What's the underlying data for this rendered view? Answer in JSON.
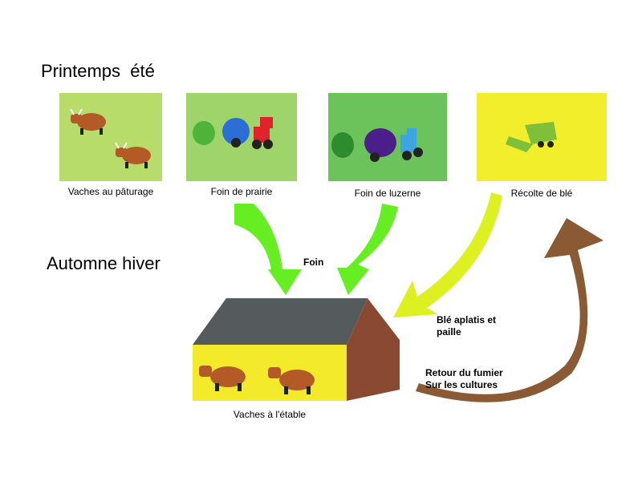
{
  "headings": {
    "summer": "Printemps  été",
    "winter": "Automne hiver"
  },
  "panels": [
    {
      "id": "grazing",
      "caption": "Vaches au pâturage",
      "bg": "#b7dc6a",
      "icon": "cow-icon"
    },
    {
      "id": "meadow-hay",
      "caption": "Foin de prairie",
      "bg": "#9fd46a",
      "icon": "tractor-icon"
    },
    {
      "id": "alfalfa-hay",
      "caption": "Foin de luzerne",
      "bg": "#6cc35c",
      "icon": "tractor-icon"
    },
    {
      "id": "wheat",
      "caption": "Récolte de blé",
      "bg": "#f2ee2c",
      "icon": "combine-harvester-icon"
    }
  ],
  "barn": {
    "caption": "Vaches à l'étable",
    "roof_color": "#555a5c",
    "wall_color": "#f4ea2c",
    "gable_color": "#8a4a32"
  },
  "flows": {
    "hay_label": "Foin",
    "wheat_label_line1": "Blé aplatis et",
    "wheat_label_line2": "paille",
    "manure_label_line1": "Retour du fumier",
    "manure_label_line2": "Sur les cultures",
    "hay_color": "#66ee22",
    "wheat_color": "#ddf022",
    "manure_color": "#8a5a34"
  }
}
